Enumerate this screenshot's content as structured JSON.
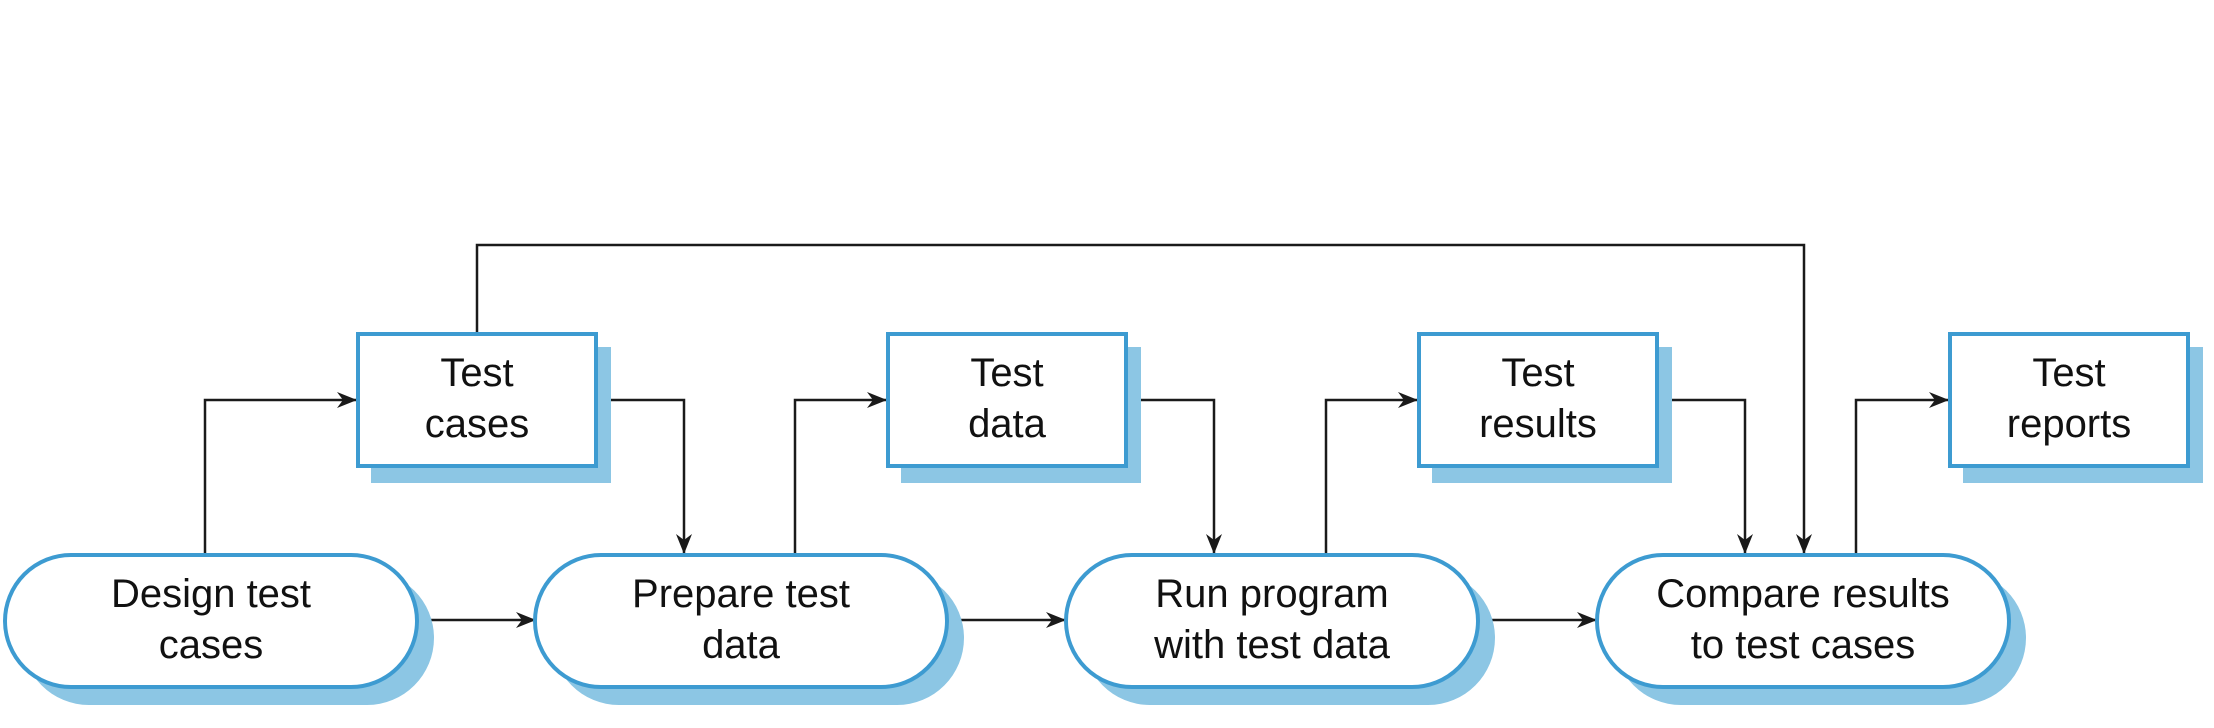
{
  "colors": {
    "node_border": "#3d9bd1",
    "node_shadow": "#8cc6e4",
    "node_fill": "#ffffff",
    "arrow": "#1a1a1a",
    "text": "#111111"
  },
  "processes": [
    {
      "id": "design",
      "lines": [
        "Design test",
        "cases"
      ]
    },
    {
      "id": "prepare",
      "lines": [
        "Prepare test",
        "data"
      ]
    },
    {
      "id": "run",
      "lines": [
        "Run program",
        "with test data"
      ]
    },
    {
      "id": "compare",
      "lines": [
        "Compare results",
        "to test cases"
      ]
    }
  ],
  "artifacts": [
    {
      "id": "test-cases",
      "lines": [
        "Test",
        "cases"
      ]
    },
    {
      "id": "test-data",
      "lines": [
        "Test",
        "data"
      ]
    },
    {
      "id": "test-results",
      "lines": [
        "Test",
        "results"
      ]
    },
    {
      "id": "test-reports",
      "lines": [
        "Test",
        "reports"
      ]
    }
  ],
  "flows": [
    {
      "from": "design",
      "to": "test-cases"
    },
    {
      "from": "design",
      "to": "prepare"
    },
    {
      "from": "test-cases",
      "to": "prepare"
    },
    {
      "from": "test-cases",
      "to": "compare"
    },
    {
      "from": "prepare",
      "to": "test-data"
    },
    {
      "from": "prepare",
      "to": "run"
    },
    {
      "from": "test-data",
      "to": "run"
    },
    {
      "from": "run",
      "to": "test-results"
    },
    {
      "from": "run",
      "to": "compare"
    },
    {
      "from": "test-results",
      "to": "compare"
    },
    {
      "from": "compare",
      "to": "test-reports"
    }
  ]
}
